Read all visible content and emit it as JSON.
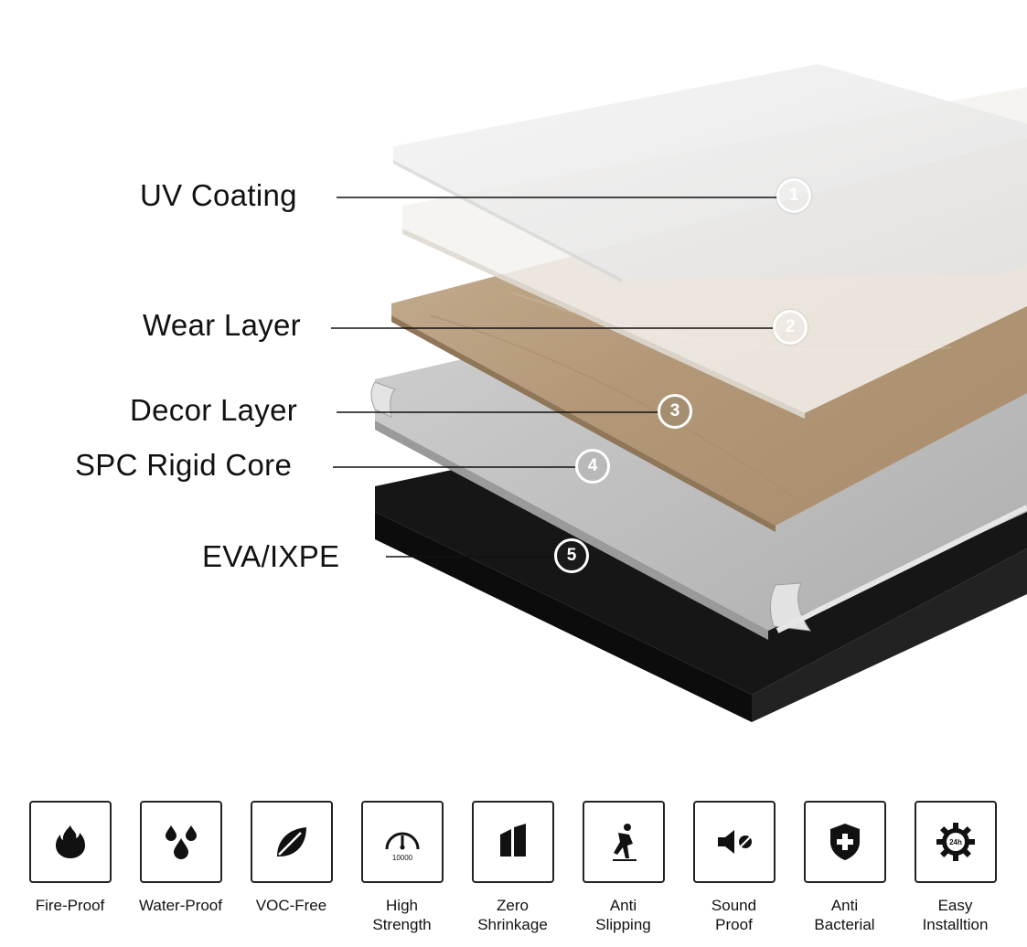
{
  "layers": [
    {
      "number": "1",
      "label": "UV Coating"
    },
    {
      "number": "2",
      "label": "Wear Layer"
    },
    {
      "number": "3",
      "label": "Decor Layer"
    },
    {
      "number": "4",
      "label": "SPC Rigid Core"
    },
    {
      "number": "5",
      "label": "EVA/IXPE"
    }
  ],
  "features": [
    {
      "icon": "fire-icon",
      "line1": "Fire-Proof",
      "line2": ""
    },
    {
      "icon": "water-drops-icon",
      "line1": "Water-Proof",
      "line2": ""
    },
    {
      "icon": "leaf-icon",
      "line1": "VOC-Free",
      "line2": ""
    },
    {
      "icon": "gauge-icon",
      "gauge_text": "10000",
      "line1": "High",
      "line2": "Strength"
    },
    {
      "icon": "panel-icon",
      "line1": "Zero",
      "line2": "Shrinkage"
    },
    {
      "icon": "slipping-person-icon",
      "line1": "Anti",
      "line2": "Slipping"
    },
    {
      "icon": "speaker-mute-icon",
      "line1": "Sound",
      "line2": "Proof"
    },
    {
      "icon": "shield-plus-icon",
      "line1": "Anti",
      "line2": "Bacterial"
    },
    {
      "icon": "gear-24h-icon",
      "gear_text": "24h",
      "line1": "Easy",
      "line2": "Installtion"
    }
  ],
  "colors": {
    "uv_coating": "#e9e9e9",
    "wear_layer": "#f3efe9",
    "decor_layer": "#b79d7f",
    "rigid_core": "#bdbdbd",
    "underlay": "#1b1b1b",
    "icon_stroke": "#222222"
  }
}
